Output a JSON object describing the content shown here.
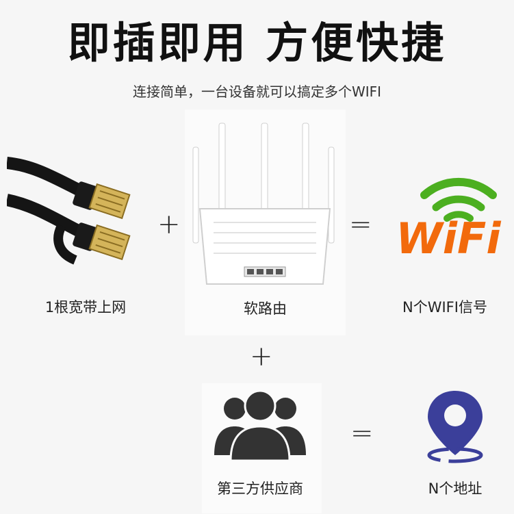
{
  "title": "即插即用 方便快捷",
  "subtitle": "连接简单，一台设备就可以搞定多个WIFI",
  "row1": {
    "cable_label": "1根宽带上网",
    "router_label": "软路由",
    "wifi_label": "N个WIFI信号",
    "plus": "+",
    "equals": "=",
    "wifi_logo_text": "WiFi"
  },
  "row2": {
    "plus": "+",
    "equals": "=",
    "supplier_label": "第三方供应商",
    "address_label": "N个地址"
  },
  "colors": {
    "wifi_green": "#4caf20",
    "wifi_orange": "#f26a0c",
    "pin_blue": "#3b3f9a",
    "people_dark": "#333333"
  }
}
